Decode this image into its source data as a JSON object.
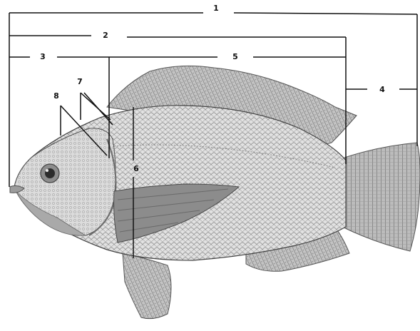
{
  "diagram": {
    "labels": {
      "l1": "1",
      "l2": "2",
      "l3": "3",
      "l4": "4",
      "l5": "5",
      "l6": "6",
      "l7": "7",
      "l8": "8"
    },
    "colors": {
      "ink": "#111111",
      "fish_body": "#d8d8d8",
      "fish_dark": "#8a8a8a",
      "fin": "#b5b5b5",
      "background": "#ffffff"
    }
  }
}
